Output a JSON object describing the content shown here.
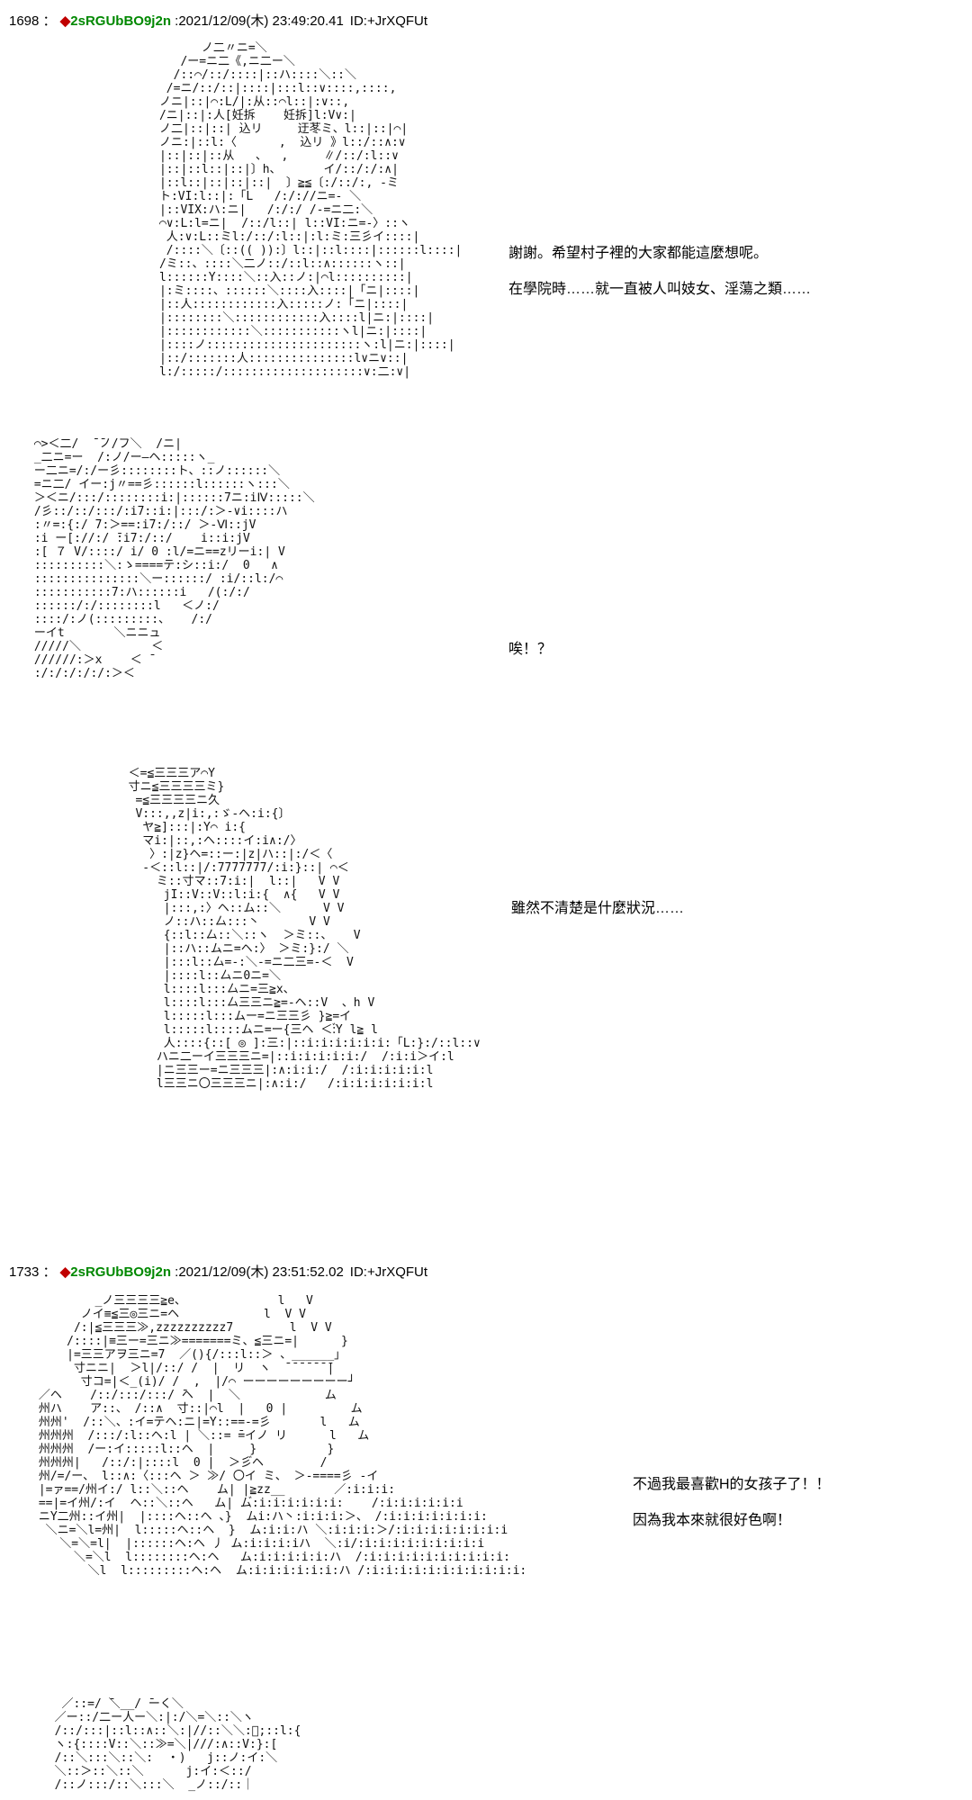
{
  "page": {
    "background": "#ffffff",
    "text_color": "#000000",
    "tripcode_color": "#008800",
    "diamond_color": "#c00000"
  },
  "posts": [
    {
      "number": "1698",
      "separator": "：",
      "diamond": "◆",
      "name": "2sRGUbBO9j2n",
      "datetime": ":2021/12/09(木) 23:49:20.41",
      "id": "ID:+JrXQFUt"
    },
    {
      "number": "1733",
      "separator": "：",
      "diamond": "◆",
      "name": "2sRGUbBO9j2n",
      "datetime": ":2021/12/09(木) 23:51:52.02",
      "id": "ID:+JrXQFUt"
    }
  ],
  "dialogues": [
    {
      "lines": [
        "謝謝。希望村子裡的大家都能這麼想呢。",
        "在學院時……就一直被人叫妓女、淫蕩之類……"
      ]
    },
    {
      "lines": [
        "唉！？"
      ]
    },
    {
      "lines": [
        "雖然不清楚是什麼狀況……"
      ]
    },
    {
      "lines": [
        "不過我最喜歡H的女孩子了！！",
        "因為我本來就很好色啊！"
      ]
    }
  ],
  "aa": [
    [
      "            ノ二〃ニ=＼",
      "         /ー=ニ二《,ニ二ー＼",
      "        /::⌒/::/::::|::ハ::::＼::＼",
      "       /=ニ/::/::|::::|:::l::∨::::,::::,",
      "      ノニ|::|⌒:L/|:从::⌒l::|:∨::,",
      "      /ニ|::|:人[妊拆    妊拆]l:V∨:|",
      "      ノ二|::|::| 込リ     迂苳ミ、l::|::|⌒|",
      "      ノニ:|::l:〈      ,  込リ 》l::/::∧:∨",
      "      |::|::|::从   、  ,     ∥/::/:l::∨",
      "      |::|::l::|::|〕h、      イ/::/:/:∧|",
      "      |::l::|::|::|::|  〕≧≦〔:/::/:, ‐ミ",
      "      ト:VI:l::|:「L   /:/://ニ=- ＼",
      "      |::VIX:ハ:ニ|   /:/:/ /-=ニ二:＼",
      "      ⌒∨:L:l=ニ|  /::/l::| l::VI:ニ=-〉::ヽ",
      "       人:∨:L::ミl:/::/:l::|:l:ミ:三彡イ::::|",
      "       /::::＼〔::(( )):〕l::|::l::::|::::::l::::|",
      "      /ミ::、::::＼二ノ::/::l::∧::::::ヽ::|",
      "      l::::::Y::::＼::入::ノ:|⌒l::::::::::|",
      "      |:ミ::::、::::::＼::::入::::|「ニ|::::|",
      "      |::人::::::::::::入:::::ノ:「ニ|::::|",
      "      |::::::::＼::::::::::::入::::l|ニ:|::::|",
      "      |::::::::::::＼:::::::::::ヽl|ニ:|::::|",
      "      |::::ノ::::::::::::::::::::::ヽ:l|ニ:|::::|",
      "      |::/:::::::人:::::::::::::::l∨ニ∨::|",
      "      l:/:::::/::::::::::::::::::::∨:二:∨|"
    ],
    [
      " ⌒>＜二/  ̄ ̄ノ/フ＼  /ニ|",
      " _二ニ=ー  /:ノ/ー―ヘ:::::ヽ_",
      " ー二ニ=/:/ー彡::::::::ト、::ノ::::::＼",
      " =ニ二/ イー:j〃==彡::::::l::::::ヽ:::＼",
      " ＞＜ニ/:::/::::::::i:|::::::7ニ:iⅣ:::::＼",
      " /彡::/::/:::/:i7::i:|:::/:＞-∨i::::ハ",
      " :〃=:{:/ 7:＞==:i7:/::/ ＞-Ⅵ::jV",
      " :i ー[://:/ ̄:i7:/::/    i::i:jV",
      " :[ ７ V/::::/ i/ 0 :l/=ニ==zリーi:| V",
      " ::::::::::＼:ゝ====テ:シ::i:/  0   ∧",
      " :::::::::::::::＼ー::::::/ :i/::l:/⌒",
      " :::::::::::7:ハ::::::i   /(:/:/",
      " ::::::/:/::::::::l   ＜ノ:/",
      " ::::/:ノ(:::::::::、   /:/",
      " ーイt       ＼ニニュ",
      " /////＼          ＜",
      " //////:＞x    ＜ ̄",
      " :/:/:/:/:/:＞＜"
    ],
    [
      "        ＜=≦三三三ア⌒Y",
      "        寸ニ≦三三三三ミ}",
      "         =≦三三三三ニ久",
      "         V:::,,z|i:,:ゞ-ヘ:i:{〕",
      "          ヤ≧]:::|:Y⌒ i:{",
      "          マi:|::,:ヘ::::イ:i∧:/〉",
      "           〉:|z}ヘ=::ー:|z|ハ::|:/＜〈",
      "          -＜::l::|/:7777777/:i:}::| ⌒＜",
      "            ミ::寸マ::7:i:|  l::|   V V",
      "             jI::V::V::l:i:{  ∧{   V V",
      "             |:::,:〉ヘ::ム::＼      V V",
      "             ノ::ハ::厶:::丶       V V",
      "             {::l::厶::＼::ヽ  ＞ミ::、   V",
      "             |::ハ::ムニ=ヘ:〉 ＞ミ:}:/ ＼",
      "             |:::l::厶=-:＼-=ニ二三=-＜  V",
      "             |::::l::厶ニ0ニ=＼",
      "             l::::l:::厶ニ=三≧x、",
      "             l::::l:::厶三三ニ≧=-ヘ::V  、h V",
      "             l:::::l:::ムー=ニ三三彡 }≧=イ",
      "             l:::::l::::ムニ=ー{三ヘ ＜:゙Y l≧ l",
      "             人::::{::[ ◎ ]:三:|::i:i:i:i:i:i:「L:}:/::l::∨",
      "            ハニ二ーイ三三三ニ=|::i:i:i:i:i:/  /:i:i＞イ:l",
      "            |ニ三三ー=ニ三三三|:∧:i:i:/  /:i:i:i:i:i:l",
      "            l三三ニ〇三三三ニ|:∧:i:/   /:i:i:i:i:i:i:l"
    ],
    [
      "         _ノ三三三三≧e、             l   V",
      "       ノイ≡≦三◎三ニ=ヘ            l  V V",
      "      /:|≦三三三≫,zzzzzzzzzz7        l  V V",
      "     /::::|≡三ー=三ニ≫=======ミ、≦三ニ=|      }",
      "     |=三三アヲ三ニ=7  ／(){/:::l::＞ 、______」",
      "      寸ニニ|  ＞l|/::/ /  |  リ  ヽ  ̄ ̄ ̄ ̄ ̄ ̄ ̄|",
      "       寸コ=|＜_(i)/ /  ,  |/⌒ ーーーーーーーーー┘",
      " ／ヘ    /::/:::/:::/ ̄ヘ  |  ＼            ム",
      " 州ハ    ア::、 /::∧  寸::|⌒l  |   0 |         ム",
      " 州州'  /::＼、:イ=テヘ:ニ|=Y::==-=彡       l   ム",
      " 州州州  /:::/:l::ヘ:l | ＼::= ̄=イノ リ      l   ム",
      " 州州州  /ー:イ:::::l::ヘ  |     }          }",
      " 州州州|   /::/:|::::l  0 |  ＞彡゙ヘ        /",
      " 州/=/ー、 l::∧:〈:::ヘ ＞ ≫/ 〇イ ミ、 ＞-====彡 -イ",
      " |=ァ==/州イ:/ l::＼::ヘ    ム| |≧zz__       ／:i:i:i:",
      " ==|=イ州/:イ  ヘ::＼::ヘ   ム| ム゙:i:i:i:i:i:i:    /:i:i:i:i:i:i",
      " ニY二州::イ州|  |::::ヘ::ヘ 、}  ムi:ハ丶:i:i:i:＞、 /:i:i:i:i:i:i:i:",
      "  ＼ニ=＼l=州|  l:::::ヘ::ヘ  }  ム:i:i:ハ ＼:i:i:i:＞/:i:i:i:i:i:i:i:i",
      "    ＼=＼=l|  |::::::ヘ:ヘ 丿 ム:i:i:i:iハ  ＼:i/:i:i:i:i:i:i:i:i:i",
      "      ＼=＼l  l::::::::ヘ:ヘ   ム:i:i:i:i:i:ハ  /:i:i:i:i:i:i:i:i:i:i:",
      "        ＼l  l:::::::::ヘ:ヘ  ム:i:i:i:i:i:i:ハ /:i:i:i:i:i:i:i:i:i:i:i:"
    ],
    [
      "   ／::=/ ̄＼__/ ̄ーく＼",
      "  ／ー::/二ー人ー＼:|:/＼=＼::＼ヽ",
      "  /::/:::|::l::∧::＼:|//::＼＼:゙;::l:{",
      "  ヽ:{::::V::＼::≫=＼|///:∧::V:}:[",
      "  /::＼:::＼::＼:  ・)   j::ノ:イ:＼",
      "  ＼::＞::＼::＼      j:イ:＜::/",
      "  /::ノ:::/::＼:::＼  _ノ::/::｜"
    ]
  ]
}
